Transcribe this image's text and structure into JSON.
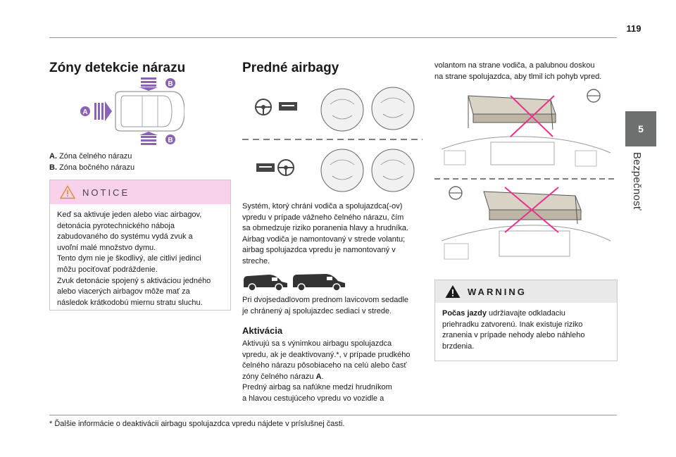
{
  "page": {
    "number": "119"
  },
  "side_tab": {
    "chapter": "5",
    "title": "Bezpečnosť"
  },
  "left": {
    "heading": "Zóny detekcie nárazu",
    "diagram_labels": {
      "a": "A",
      "b": "B"
    },
    "legend": [
      {
        "key": "A.",
        "text": "Zóna čelného nárazu"
      },
      {
        "key": "B.",
        "text": "Zóna bočného nárazu"
      }
    ],
    "notice": {
      "title": "NOTICE",
      "lines": [
        "Keď sa aktivuje jeden alebo viac airbagov,",
        "detonácia pyrotechnického nábojа",
        "zabudovaného do systému vydá zvuk a",
        "uvoľní malé množstvo dymu.",
        "Tento dym nie je škodlivý, ale citliví jedinci",
        "môžu pociťovať podráždenie.",
        "Zvuk detonácie spojený s aktiváciou jedného",
        "alebo viacerých airbagov môže mať za",
        "následok krátkodobú miernu stratu sluchu."
      ]
    }
  },
  "middle": {
    "heading": "Predné airbagy",
    "para1": [
      "Systém, ktorý chráni vodiča a spolujazdca(-ov)",
      "vpredu v prípade vážneho čelného nárazu, čím",
      "sa obmedzuje riziko poranenia hlavy a hrudníka.",
      "Airbag vodiča je namontovaný v strede volantu;",
      "airbag spolujazdca vpredu je namontovaný v",
      "streche."
    ],
    "para2": [
      "Pri dvojsedadlovom prednom lavicovom sedadle",
      "je chránený aj spolujazdec sediaci v strede."
    ],
    "subheading": "Aktivácia",
    "para3": [
      "Aktivujú sa s výnimkou airbagu spolujazdca",
      "vpredu, ak je deaktivovaný.*, v prípade prudkého",
      "čelného nárazu pôsobiaceho na celú alebo časť",
      "zóny čelného nárazu "
    ],
    "para3_bold": "A",
    "para3_end": ".",
    "para4": [
      "Predný airbag sa nafúkne medzi hrudníkom",
      "a hlavou cestujúceho vpredu vo vozidle a"
    ]
  },
  "right": {
    "para1": [
      "volantom na strane vodiča, a palubnou doskou",
      "na strane spolujazdca, aby tlmil ich pohyb vpred."
    ],
    "warning": {
      "title": "WARNING",
      "bold_lead": "Počas jazdy",
      "line1_rest": " udržiavajte odkladaciu",
      "lines": [
        "priehradku zatvorenú. Inak existuje riziko",
        "zranenia v prípade nehody alebo náhleho",
        "brzdenia."
      ]
    }
  },
  "footnote": "* Ďalšie informácie o deaktivácii airbagu spolujazdca vpredu nájdete v príslušnej časti.",
  "colors": {
    "accent_pink": "#f7d2ea",
    "tab_gray": "#6e7070",
    "badge_purple": "#8a62b8",
    "cross_magenta": "#e8318f"
  }
}
